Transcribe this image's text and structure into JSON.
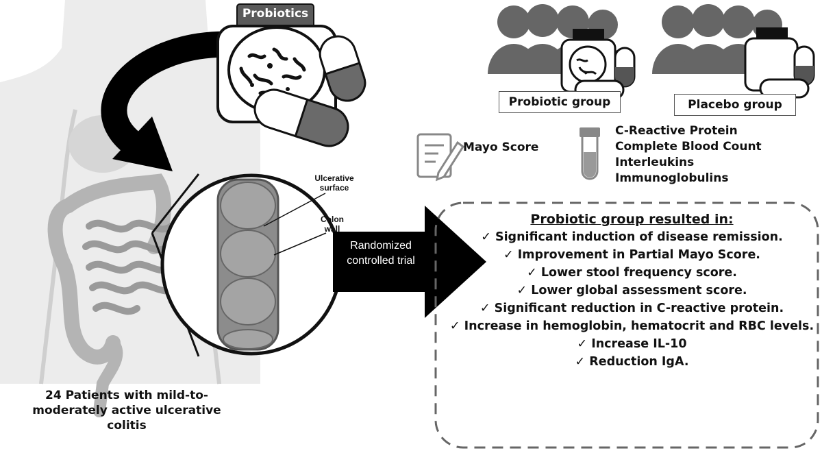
{
  "probiotics_label": "Probiotics",
  "colon_callouts": {
    "ulcerative_surface": "Ulcerative surface",
    "colon_wall": "Colon wall"
  },
  "trial_label": "Randomized controlled trial",
  "patients_caption": "24 Patients with mild-to-moderately active ulcerative colitis",
  "groups": {
    "probiotic": "Probiotic group",
    "placebo": "Placebo group"
  },
  "measures": {
    "mayo": "Mayo Score",
    "blood_tests": [
      "C-Reactive Protein",
      "Complete Blood Count",
      "Interleukins",
      "Immunoglobulins"
    ]
  },
  "results": {
    "title": "Probiotic group resulted in:",
    "items": [
      "✓ Significant induction of disease remission.",
      "✓ Improvement in Partial Mayo Score.",
      "✓ Lower stool frequency score.",
      "✓ Lower global assessment score.",
      "✓ Significant reduction in C-reactive protein.",
      "✓ Increase in hemoglobin, hematocrit and RBC levels.",
      "✓ Increase IL-10",
      "✓ Reduction IgA."
    ]
  },
  "colors": {
    "dark": "#111111",
    "mid_gray": "#7a7a7a",
    "light_gray": "#d0d0d0",
    "background": "#ffffff"
  }
}
